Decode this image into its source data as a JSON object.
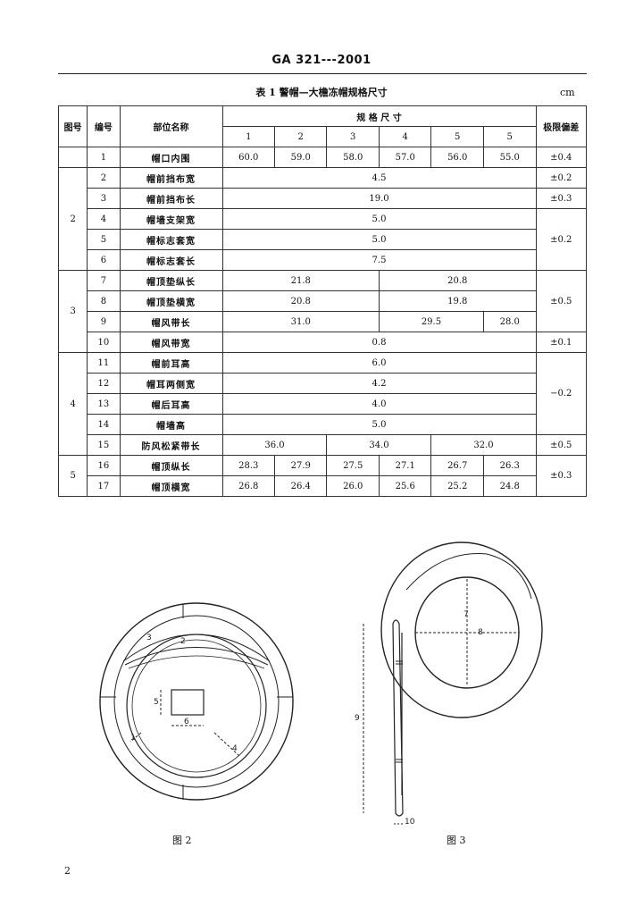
{
  "header": {
    "code": "GA 321---2001"
  },
  "table": {
    "title": "表 1   警帽—大檐冻帽规格尺寸",
    "unit": "cm",
    "headers": {
      "fig": "图号",
      "num": "编号",
      "part": "部位名称",
      "spec": "规 格 尺 寸",
      "tol": "极限偏差"
    },
    "sizes": [
      "1",
      "2",
      "3",
      "4",
      "5",
      "5"
    ],
    "groups": [
      "2",
      "3",
      "4",
      "5"
    ],
    "rows": [
      {
        "num": "1",
        "name": "帽口内围",
        "vals": [
          "60.0",
          "59.0",
          "58.0",
          "57.0",
          "56.0",
          "55.0"
        ],
        "tol": "±0.4"
      },
      {
        "num": "2",
        "name": "帽前挡布宽",
        "vals": [
          "4.5"
        ],
        "tol": "±0.2"
      },
      {
        "num": "3",
        "name": "帽前挡布长",
        "vals": [
          "19.0"
        ],
        "tol": "±0.3"
      },
      {
        "num": "4",
        "name": "帽墙支架宽",
        "vals": [
          "5.0"
        ],
        "tol": "±0.2"
      },
      {
        "num": "5",
        "name": "帽标志套宽",
        "vals": [
          "5.0"
        ]
      },
      {
        "num": "6",
        "name": "帽标志套长",
        "vals": [
          "7.5"
        ]
      },
      {
        "num": "7",
        "name": "帽顶垫纵长",
        "vals": [
          "21.8",
          "20.8"
        ],
        "tol": "±0.5"
      },
      {
        "num": "8",
        "name": "帽顶垫横宽",
        "vals": [
          "20.8",
          "19.8"
        ]
      },
      {
        "num": "9",
        "name": "帽风带长",
        "vals": [
          "31.0",
          "29.5",
          "28.0"
        ]
      },
      {
        "num": "10",
        "name": "帽风带宽",
        "vals": [
          "0.8"
        ],
        "tol": "±0.1"
      },
      {
        "num": "11",
        "name": "帽前耳高",
        "vals": [
          "6.0"
        ],
        "tol": "−0.2"
      },
      {
        "num": "12",
        "name": "帽耳两侧宽",
        "vals": [
          "4.2"
        ]
      },
      {
        "num": "13",
        "name": "帽后耳高",
        "vals": [
          "4.0"
        ]
      },
      {
        "num": "14",
        "name": "帽墙高",
        "vals": [
          "5.0"
        ]
      },
      {
        "num": "15",
        "name": "防风松紧带长",
        "vals": [
          "36.0",
          "34.0",
          "32.0"
        ],
        "tol": "±0.5"
      },
      {
        "num": "16",
        "name": "帽顶纵长",
        "vals": [
          "28.3",
          "27.9",
          "27.5",
          "27.1",
          "26.7",
          "26.3"
        ],
        "tol": "±0.3"
      },
      {
        "num": "17",
        "name": "帽顶横宽",
        "vals": [
          "26.8",
          "26.4",
          "26.0",
          "25.6",
          "25.2",
          "24.8"
        ]
      }
    ]
  },
  "figures": {
    "fig2": {
      "caption": "图 2",
      "dims": [
        "1",
        "2",
        "3",
        "4",
        "5",
        "6"
      ]
    },
    "fig3": {
      "caption": "图 3",
      "dims": [
        "7",
        "8",
        "9",
        "10"
      ]
    }
  },
  "page_number": "2"
}
